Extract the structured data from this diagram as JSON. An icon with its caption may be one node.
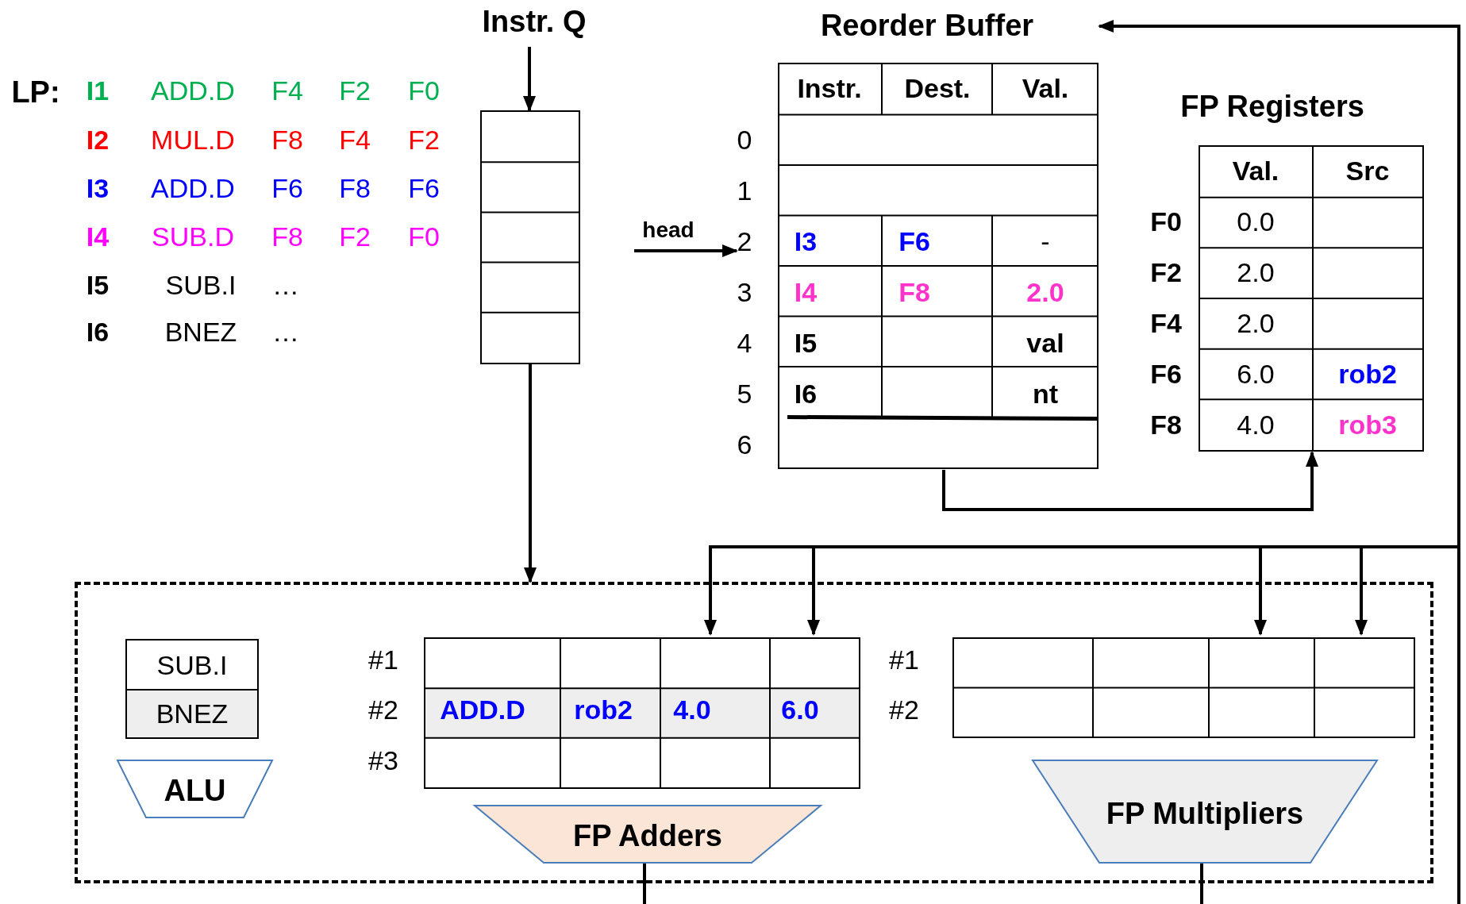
{
  "diagram": {
    "nodes": [
      {
        "text": [
          "Instr. Q"
        ]
      },
      {
        "text": [
          "Reorder Buffer"
        ]
      },
      {
        "text": [
          "FP Registers"
        ]
      },
      {
        "text": [],
        "shape": "box"
      },
      {
        "text": [
          "SUB.I",
          "BNEZ"
        ],
        "in": 3
      },
      {
        "text": [
          "ALU"
        ],
        "in": 3
      },
      {
        "text": [],
        "shape": "box",
        "in": 3
      },
      {
        "text": [
          "FP Adders"
        ],
        "in": 3
      },
      {
        "text": [],
        "shape": "box",
        "in": 3
      },
      {
        "text": [
          "FP Multipliers"
        ],
        "in": 3
      }
    ],
    "edges": [
      {
        "from": null,
        "to": 0,
        "arrow": "to"
      },
      {
        "from": 0,
        "to": 3,
        "arrow": "to"
      },
      {
        "from": null,
        "to": 1,
        "arrow": "to",
        "label": "head"
      },
      {
        "from": 1,
        "to": 2,
        "arrow": "to"
      },
      {
        "from": null,
        "to": 1,
        "arrow": "to"
      },
      {
        "from": null,
        "to": 6,
        "arrow": "to"
      },
      {
        "from": null,
        "to": 6,
        "arrow": "to"
      },
      {
        "from": null,
        "to": 8,
        "arrow": "to"
      },
      {
        "from": null,
        "to": 8,
        "arrow": "to"
      },
      {
        "from": 7,
        "to": null,
        "arrow": "none"
      },
      {
        "from": 9,
        "to": null,
        "arrow": "none"
      }
    ],
    "labels": [
      "LP:",
      "I1",
      "ADD.D",
      "F4",
      "F2",
      "F0",
      "I2",
      "MUL.D",
      "F8",
      "F4",
      "F2",
      "I3",
      "ADD.D",
      "F6",
      "F8",
      "F6",
      "I4",
      "SUB.D",
      "F8",
      "F2",
      "F0",
      "I5",
      "SUB.I",
      "…",
      "I6",
      "BNEZ",
      "…",
      "Instr.",
      "Dest.",
      "Val.",
      "0",
      "1",
      "2",
      "3",
      "4",
      "5",
      "6",
      "I3",
      "F6",
      "-",
      "I4",
      "F8",
      "2.0",
      "I5",
      "val",
      "I6",
      "nt",
      "Val.",
      "Src",
      "F0",
      "0.0",
      "F2",
      "2.0",
      "F4",
      "2.0",
      "F6",
      "6.0",
      "rob2",
      "F8",
      "4.0",
      "rob3",
      "#1",
      "#2",
      "#3",
      "ADD.D",
      "rob2",
      "4.0",
      "6.0",
      "#1",
      "#2"
    ]
  }
}
